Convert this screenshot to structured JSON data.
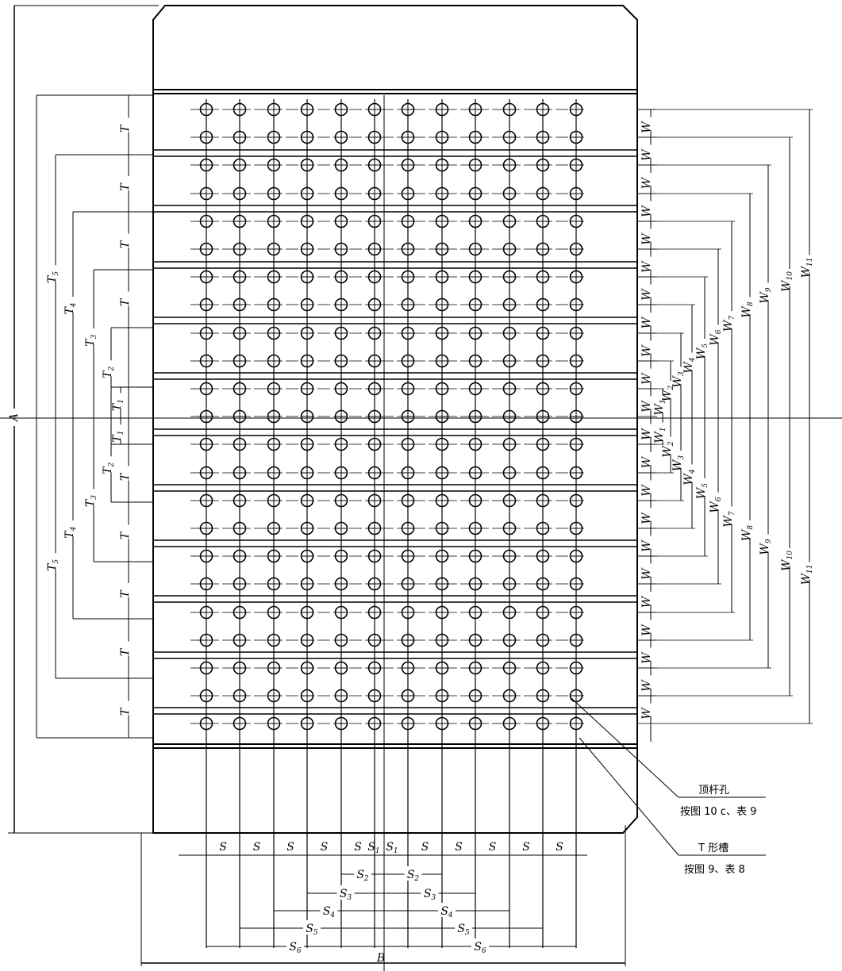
{
  "labels": {
    "A": "A",
    "B": "B",
    "T": "T",
    "W": "W",
    "S": "S",
    "T1": "T1",
    "T2": "T2",
    "T3": "T3",
    "T4": "T4",
    "T5": "T5",
    "W1": "W1",
    "W2": "W2",
    "W3": "W3",
    "W4": "W4",
    "W5": "W5",
    "W6": "W6",
    "W7": "W7",
    "W8": "W8",
    "W9": "W9",
    "W10": "W10",
    "W11": "W11",
    "S1": "S1",
    "S2": "S2",
    "S3": "S3",
    "S4": "S4",
    "S5": "S5",
    "S6": "S6"
  },
  "callouts": {
    "ejector_hole": {
      "title": "顶杆孔",
      "ref": "按图 10 c、表 9"
    },
    "t_slot": {
      "title": "T 形槽",
      "ref": "按图 9、表 8"
    }
  },
  "hole_grid": {
    "columns": 12,
    "rows": 23
  }
}
